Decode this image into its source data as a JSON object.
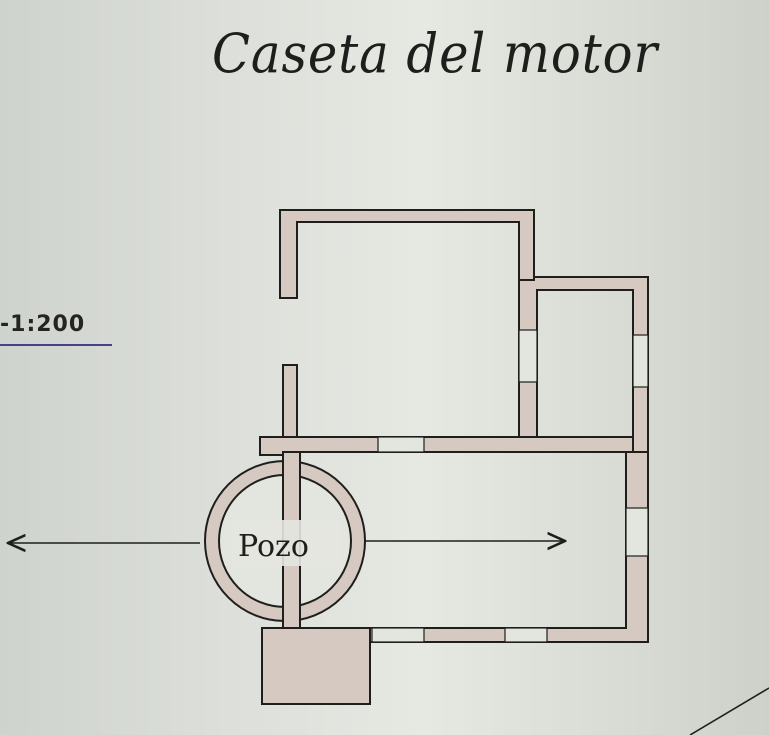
{
  "drawing": {
    "title": "Caseta del motor",
    "scale": "-1:200",
    "well_label": "Pozo"
  },
  "colors": {
    "paper": "#e3e5df",
    "ink": "#1e1f1d",
    "wall_fill": "#d6c9c2",
    "scale_underline": "#4b3f8c"
  }
}
